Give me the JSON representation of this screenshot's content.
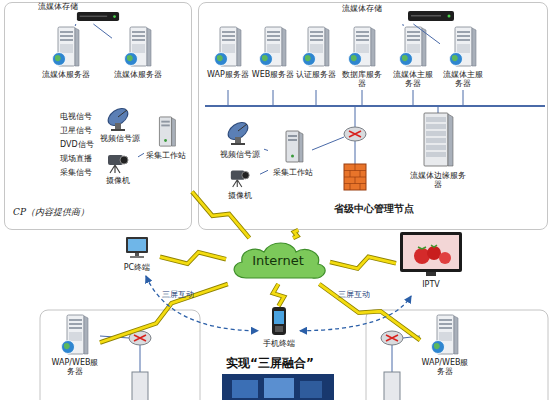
{
  "diagram": {
    "nodes": [
      {
        "text": [
          "CP（内容提供商）"
        ]
      },
      {
        "text": [
          "流媒体存储"
        ],
        "in": 0
      },
      {
        "text": [
          "流媒体服务器"
        ],
        "in": 0
      },
      {
        "text": [
          "流媒体服务器"
        ],
        "in": 0
      },
      {
        "text": [
          "视频信号源"
        ],
        "in": 0
      },
      {
        "text": [
          "摄像机"
        ],
        "in": 0
      },
      {
        "text": [
          "采集工作站"
        ],
        "in": 0
      },
      {
        "text": [
          "省级中心管理节点"
        ]
      },
      {
        "text": [
          "流媒体存储"
        ],
        "in": 7
      },
      {
        "text": [
          "WAP服务器"
        ],
        "in": 7
      },
      {
        "text": [
          "WEB服务器"
        ],
        "in": 7
      },
      {
        "text": [
          "认证服务器"
        ],
        "in": 7
      },
      {
        "text": [
          "数据库服务器"
        ],
        "in": 7
      },
      {
        "text": [
          "流媒体主服务器"
        ],
        "in": 7
      },
      {
        "text": [
          "流媒体主服务器"
        ],
        "in": 7
      },
      {
        "text": [
          "视频信号源"
        ],
        "in": 7
      },
      {
        "text": [
          "摄像机"
        ],
        "in": 7
      },
      {
        "text": [
          "采集工作站"
        ],
        "in": 7
      },
      {
        "text": [
          "流媒体边缘服务器"
        ],
        "in": 7
      },
      {
        "text": [
          "PC终端"
        ]
      },
      {
        "text": [
          "Internet"
        ]
      },
      {
        "text": [
          "IPTV"
        ]
      },
      {
        "text": [
          "手机终端"
        ]
      },
      {
        "text": [
          "WAP/WEB服务器"
        ]
      },
      {
        "text": [
          "WAP/WEB服务器"
        ]
      }
    ],
    "edges": [
      {
        "from": 0,
        "to": 20,
        "arrow": "none"
      },
      {
        "from": 7,
        "to": 20,
        "arrow": "none"
      },
      {
        "from": 20,
        "to": 19,
        "arrow": "none"
      },
      {
        "from": 20,
        "to": 21,
        "arrow": "none"
      },
      {
        "from": 20,
        "to": 22,
        "arrow": "none"
      },
      {
        "from": 20,
        "to": 23,
        "arrow": "none"
      },
      {
        "from": 20,
        "to": 24,
        "arrow": "none"
      },
      {
        "from": 19,
        "to": 22,
        "label": "三屏互动",
        "arrow": "both"
      },
      {
        "from": 22,
        "to": 21,
        "label": "三屏互动",
        "arrow": "both"
      },
      {
        "from": 1,
        "to": 2,
        "arrow": "none"
      },
      {
        "from": 1,
        "to": 3,
        "arrow": "none"
      },
      {
        "from": 4,
        "to": 6,
        "arrow": "none"
      },
      {
        "from": 5,
        "to": 6,
        "arrow": "none"
      },
      {
        "from": 8,
        "to": 13,
        "arrow": "none"
      },
      {
        "from": 8,
        "to": 14,
        "arrow": "none"
      },
      {
        "from": 15,
        "to": 17,
        "arrow": "none"
      },
      {
        "from": 16,
        "to": 17,
        "arrow": "none"
      }
    ],
    "labels": [
      "电视信号",
      "卫星信号",
      "DVD信号",
      "现场直播",
      "采集信号",
      "实现“三屏融合”"
    ]
  }
}
